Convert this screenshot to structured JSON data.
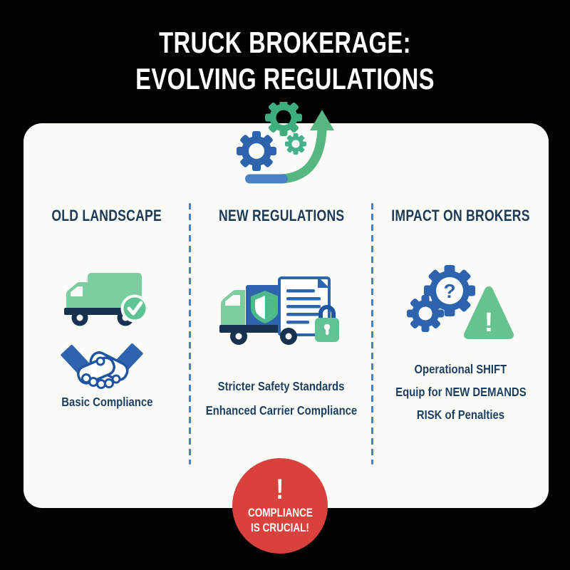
{
  "palette": {
    "background": "#000000",
    "card": "#fbfbf8",
    "navy_text": "#1c3a55",
    "navy_dark": "#16324e",
    "blue": "#2e63ae",
    "blue_light": "#4a80c4",
    "divider_blue": "#4a7fc1",
    "green_light": "#7ccd9f",
    "green_deep": "#3fae7f",
    "green_check": "#5fc493",
    "green_triangle": "#66c28f",
    "red": "#d8413c",
    "white": "#ffffff"
  },
  "title": {
    "line1": "TRUCK BROKERAGE:",
    "line2": "EVOLVING REGULATIONS"
  },
  "header_icon": "gears-growth-arrow-icon",
  "columns": [
    {
      "header": "OLD LANDSCAPE",
      "icons": [
        "truck-check-icon",
        "handshake-icon"
      ],
      "lines": [
        "Basic Compliance"
      ]
    },
    {
      "header": "NEW REGULATIONS",
      "icons": [
        "truck-shield-document-lock-icon"
      ],
      "lines": [
        "Stricter Safety Standards",
        "Enhanced Carrier Compliance"
      ]
    },
    {
      "header": "IMPACT ON BROKERS",
      "icons": [
        "gears-question-icon",
        "warning-triangle-icon"
      ],
      "lines": [
        "Operational SHIFT",
        "Equip for NEW DEMANDS",
        "RISK of Penalties"
      ]
    }
  ],
  "glyphs": {
    "question_mark": "?",
    "warning_exclamation": "!"
  },
  "badge": {
    "exclamation": "!",
    "line1": "COMPLIANCE",
    "line2": "IS CRUCIAL!"
  }
}
